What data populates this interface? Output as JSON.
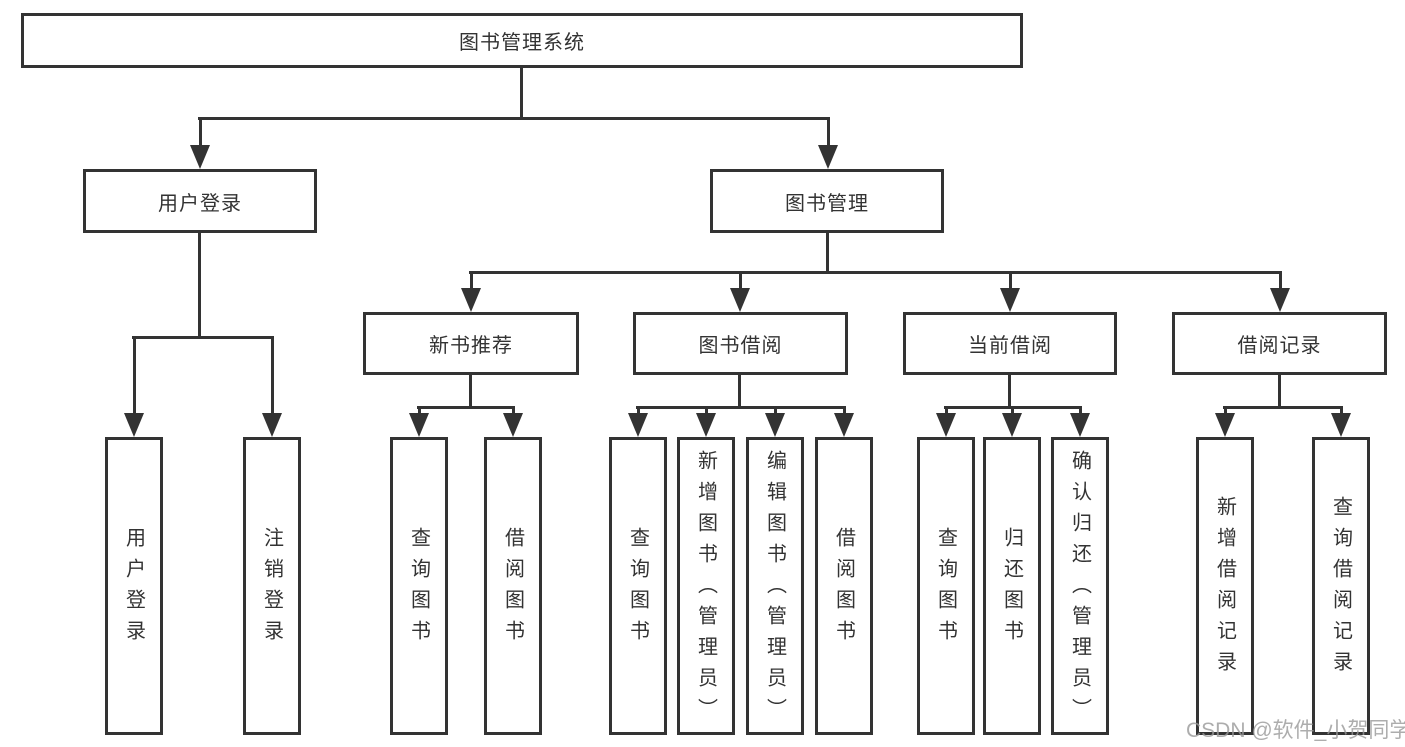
{
  "tree": {
    "label": "图书管理系统",
    "children": [
      {
        "label": "用户登录",
        "children": [
          {
            "label": "用户登录"
          },
          {
            "label": "注销登录"
          }
        ]
      },
      {
        "label": "图书管理",
        "children": [
          {
            "label": "新书推荐",
            "children": [
              {
                "label": "查询图书"
              },
              {
                "label": "借阅图书"
              }
            ]
          },
          {
            "label": "图书借阅",
            "children": [
              {
                "label": "查询图书"
              },
              {
                "label": "新增图书（管理员）"
              },
              {
                "label": "编辑图书（管理员）"
              },
              {
                "label": "借阅图书"
              }
            ]
          },
          {
            "label": "当前借阅",
            "children": [
              {
                "label": "查询图书"
              },
              {
                "label": "归还图书"
              },
              {
                "label": "确认归还（管理员）"
              }
            ]
          },
          {
            "label": "借阅记录",
            "children": [
              {
                "label": "新增借阅记录"
              },
              {
                "label": "查询借阅记录"
              }
            ]
          }
        ]
      }
    ]
  },
  "watermark": {
    "text": "CSDN @软件_小贺同学"
  },
  "colors": {
    "line": "#333333",
    "text": "#333333",
    "watermark": "#999999",
    "background": "#ffffff"
  }
}
